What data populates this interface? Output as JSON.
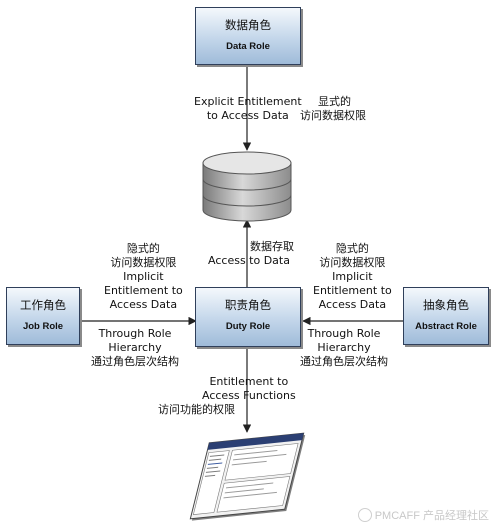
{
  "boxes": {
    "data_role": {
      "cn": "数据角色",
      "en": "Data Role"
    },
    "duty_role": {
      "cn": "职责角色",
      "en": "Duty Role"
    },
    "job_role": {
      "cn": "工作角色",
      "en": "Job Role"
    },
    "abstract_role": {
      "cn": "抽象角色",
      "en": "Abstract Role"
    }
  },
  "labels": {
    "explicit": {
      "en1": "Explicit Entitlement",
      "en2": "to Access Data",
      "cn1": "显式的",
      "cn2": "访问数据权限"
    },
    "access_data": {
      "cn": "数据存取",
      "en": "Access to Data"
    },
    "implicit_left": {
      "cn1": "隐式的",
      "cn2": "访问数据权限",
      "en1": "Implicit",
      "en2": "Entitlement to",
      "en3": "Access Data"
    },
    "through_left": {
      "en1": "Through Role",
      "en2": "Hierarchy",
      "cn": "通过角色层次结构"
    },
    "implicit_right": {
      "cn1": "隐式的",
      "cn2": "访问数据权限",
      "en1": "Implicit",
      "en2": "Entitlement to",
      "en3": "Access Data"
    },
    "through_right": {
      "en1": "Through Role",
      "en2": "Hierarchy",
      "cn": "通过角色层次结构"
    },
    "functions": {
      "en1": "Entitlement to",
      "en2": "Access Functions",
      "cn": "访问功能的权限"
    }
  },
  "watermark": "PMCAFF 产品经理社区"
}
